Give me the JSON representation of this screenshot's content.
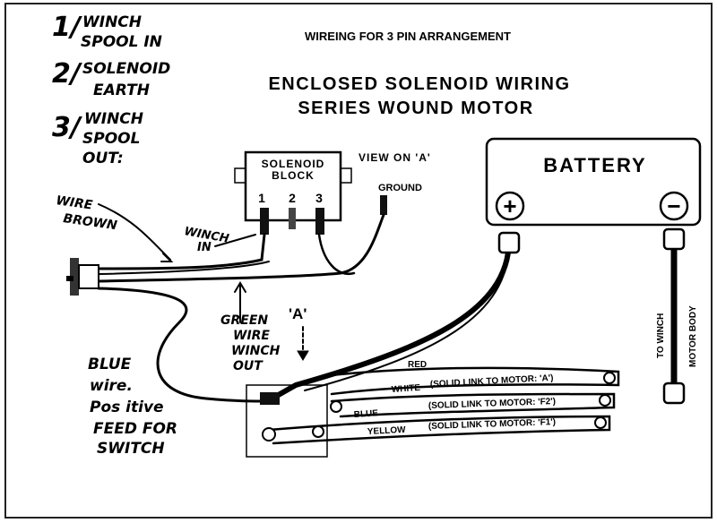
{
  "header": {
    "top_title": "WIREING FOR 3 PIN ARRANGEMENT",
    "title_line1": "ENCLOSED SOLENOID WIRING",
    "title_line2": "SERIES WOUND MOTOR"
  },
  "notes": {
    "n1_num": "1/",
    "n1_line1": "WINCH",
    "n1_line2": "SPOOL IN",
    "n2_num": "2/",
    "n2_line1": "SOLENOID",
    "n2_line2": "EARTH",
    "n3_num": "3/",
    "n3_line1": "WINCH",
    "n3_line2": "SPOOL",
    "n3_line3": "OUT:"
  },
  "solenoid": {
    "label_line1": "SOLENOID",
    "label_line2": "BLOCK",
    "pin1": "1",
    "pin2": "2",
    "pin3": "3"
  },
  "labels": {
    "view_on_a": "VIEW ON 'A'",
    "ground": "GROUND",
    "battery": "BATTERY",
    "plus": "+",
    "minus": "−",
    "wire_brown_1": "WIRE",
    "wire_brown_2": "BROWN",
    "winch_in_1": "WINCH",
    "winch_in_2": "IN",
    "green_1": "GREEN",
    "green_2": "WIRE",
    "green_3": "WINCH",
    "green_4": "OUT",
    "a_marker": "'A'",
    "blue_1": "BLUE",
    "blue_2": "wire.",
    "blue_3": "Pos itive",
    "blue_4": "FEED FOR",
    "blue_5": "SWITCH",
    "to_winch": "TO WINCH",
    "motor_body": "MOTOR BODY",
    "red": "RED",
    "white": "WHITE",
    "white_link": "(SOLID LINK TO MOTOR: 'A')",
    "blue": "BLUE",
    "blue_link": "(SOLID LINK TO MOTOR: 'F2')",
    "yellow": "YELLOW",
    "yellow_link": "(SOLID LINK TO MOTOR: 'F1')"
  }
}
